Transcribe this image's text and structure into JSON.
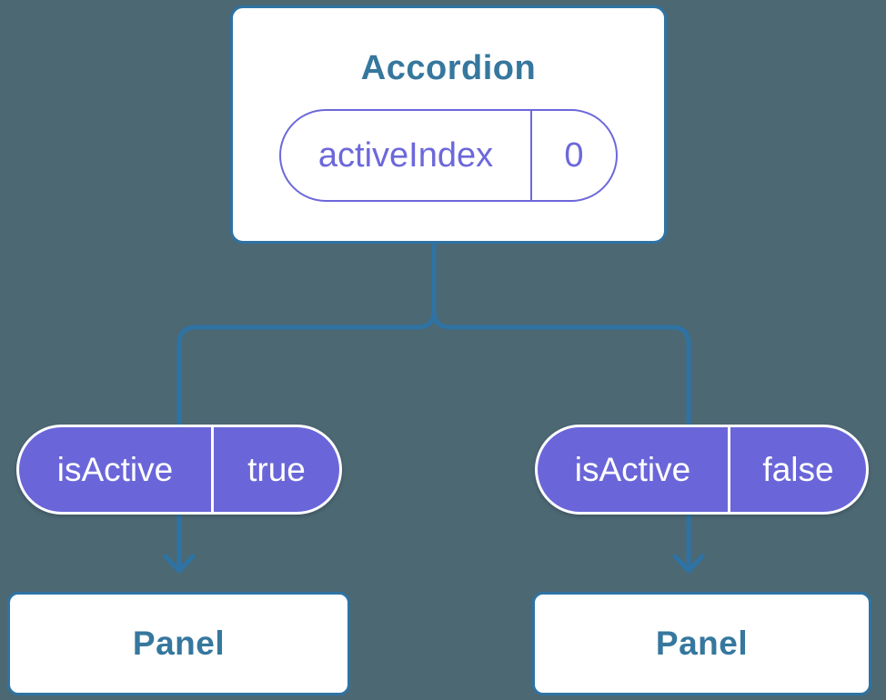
{
  "colors": {
    "canvas-bg": "#4C6873",
    "line-blue": "#2E73A4",
    "text-blue": "#36779E",
    "pill-purple": "#6A66D9",
    "pill-outline-purple": "#6C68DB",
    "node-bg": "#FFFFFF",
    "pill-text-light": "#FFFFFF"
  },
  "tree": {
    "root": {
      "title": "Accordion",
      "state": {
        "name": "activeIndex",
        "value": "0"
      }
    },
    "children": [
      {
        "prop": {
          "name": "isActive",
          "value": "true"
        },
        "label": "Panel"
      },
      {
        "prop": {
          "name": "isActive",
          "value": "false"
        },
        "label": "Panel"
      }
    ]
  }
}
